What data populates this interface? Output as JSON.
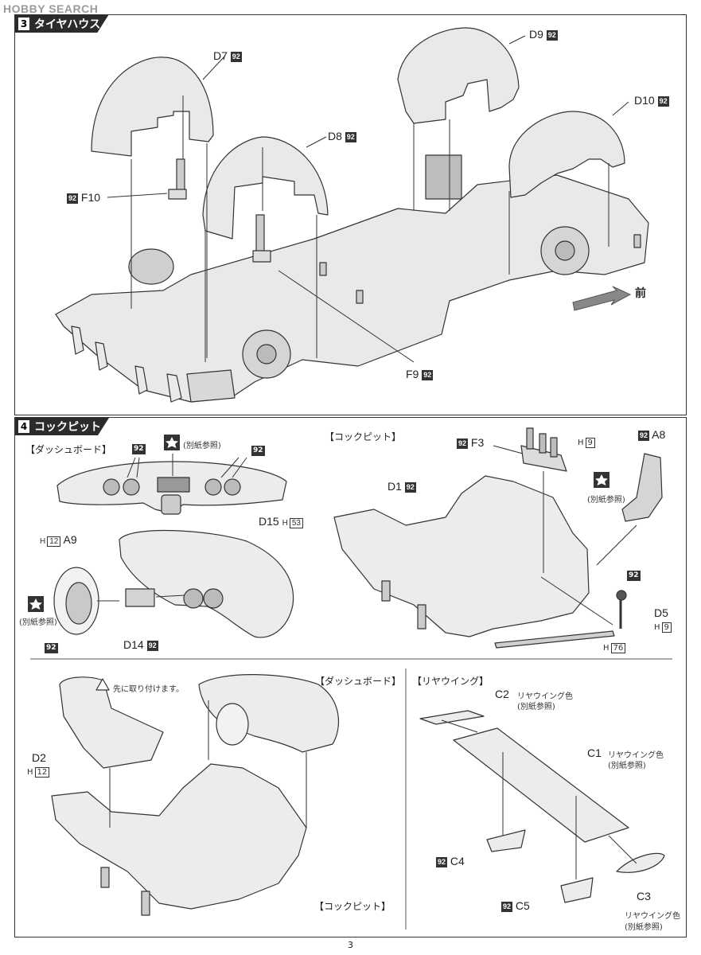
{
  "watermark": "HOBBY SEARCH",
  "page_number": "3",
  "step3": {
    "number": "3",
    "title": "タイヤハウス",
    "parts": {
      "d7": "D7",
      "d8": "D8",
      "d9": "D9",
      "d10": "D10",
      "f10": "F10",
      "f9": "F9"
    },
    "paint_code": "92",
    "front_label": "前"
  },
  "step4": {
    "number": "4",
    "title": "コックピット",
    "dashboard_title": "【ダッシュボード】",
    "cockpit_title": "【コックピット】",
    "rear_wing_title": "【リヤウイング】",
    "see_sheet": "(別紙参照)",
    "paint_code": "92",
    "notice": "先に取り付けます。",
    "rear_wing_color": "リヤウイング色",
    "parts": {
      "f3": "F3",
      "a8": "A8",
      "d1": "D1",
      "d15": "D15",
      "a9": "A9",
      "d14": "D14",
      "d5": "D5",
      "d2": "D2",
      "c1": "C1",
      "c2": "C2",
      "c3": "C3",
      "c4": "C4",
      "c5": "C5"
    },
    "h_codes": {
      "h9": "9",
      "h12": "12",
      "h53": "53",
      "h76": "76",
      "h_letter": "H"
    }
  }
}
